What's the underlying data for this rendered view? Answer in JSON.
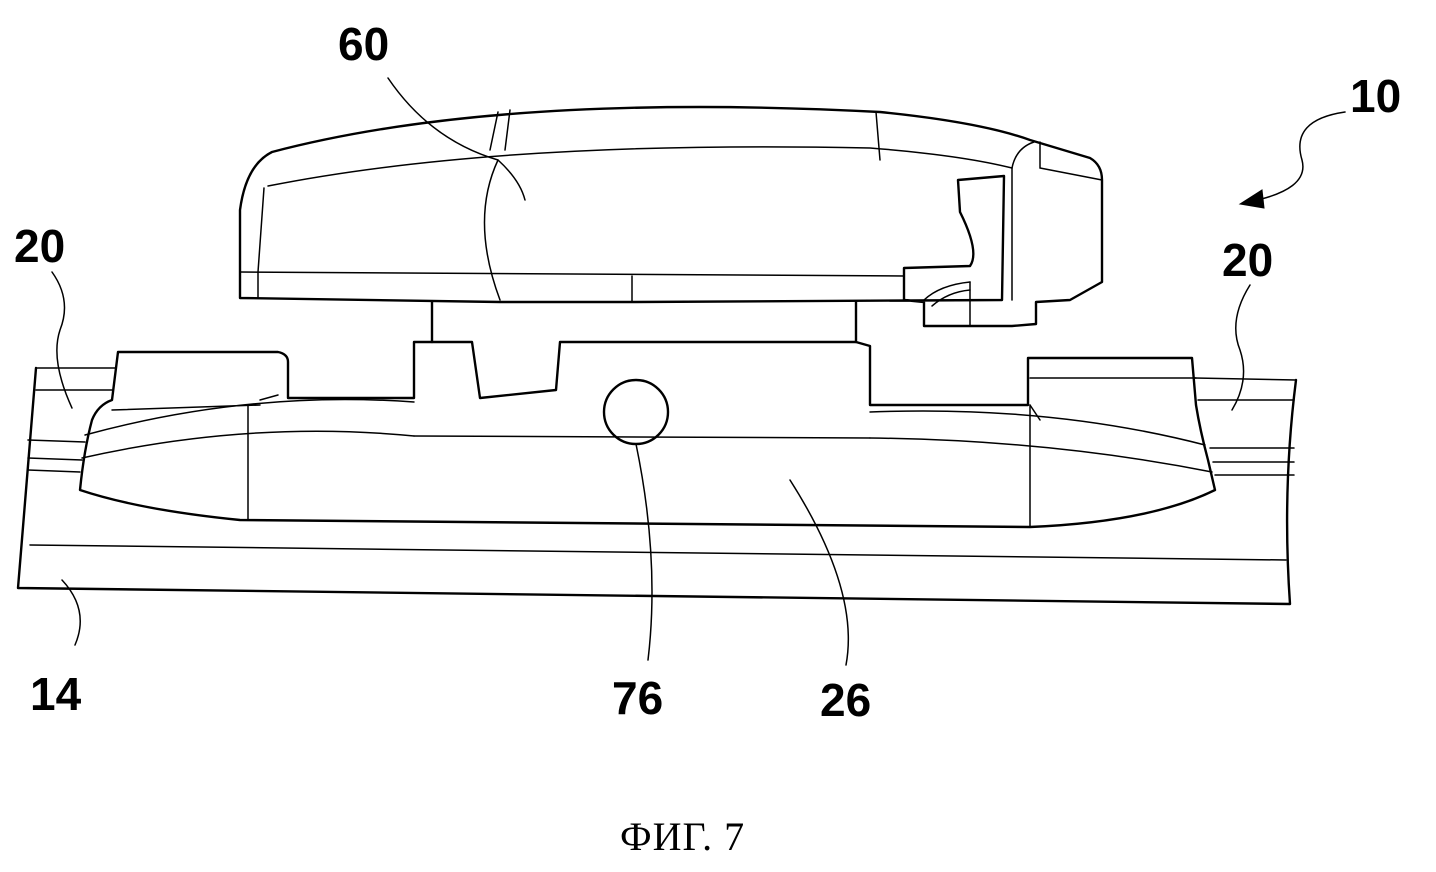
{
  "caption": "ФИГ. 7",
  "labels": {
    "assembly": "10",
    "cap": "60",
    "rail_left": "20",
    "rail_right": "20",
    "base": "14",
    "pin": "76",
    "body": "26"
  }
}
